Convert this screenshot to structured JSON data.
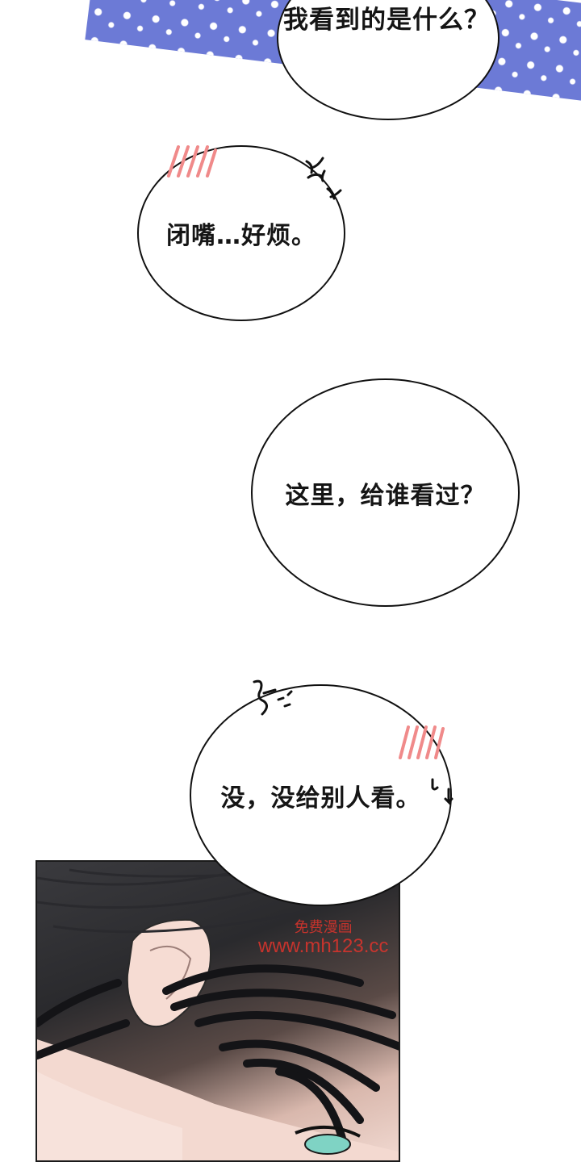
{
  "bubbles": [
    {
      "text": "我看到的是什么？"
    },
    {
      "text": "闭嘴…好烦。"
    },
    {
      "text": "这里，给谁看过？"
    },
    {
      "text": "没，没给别人看。"
    }
  ],
  "watermark": {
    "line1": "免费漫画",
    "line2": "www.mh123.cc"
  },
  "colors": {
    "pattern": "#6c7ad6",
    "effect_pink": "#f08a8a",
    "ink": "#111111",
    "watermark": "#e0342c"
  }
}
